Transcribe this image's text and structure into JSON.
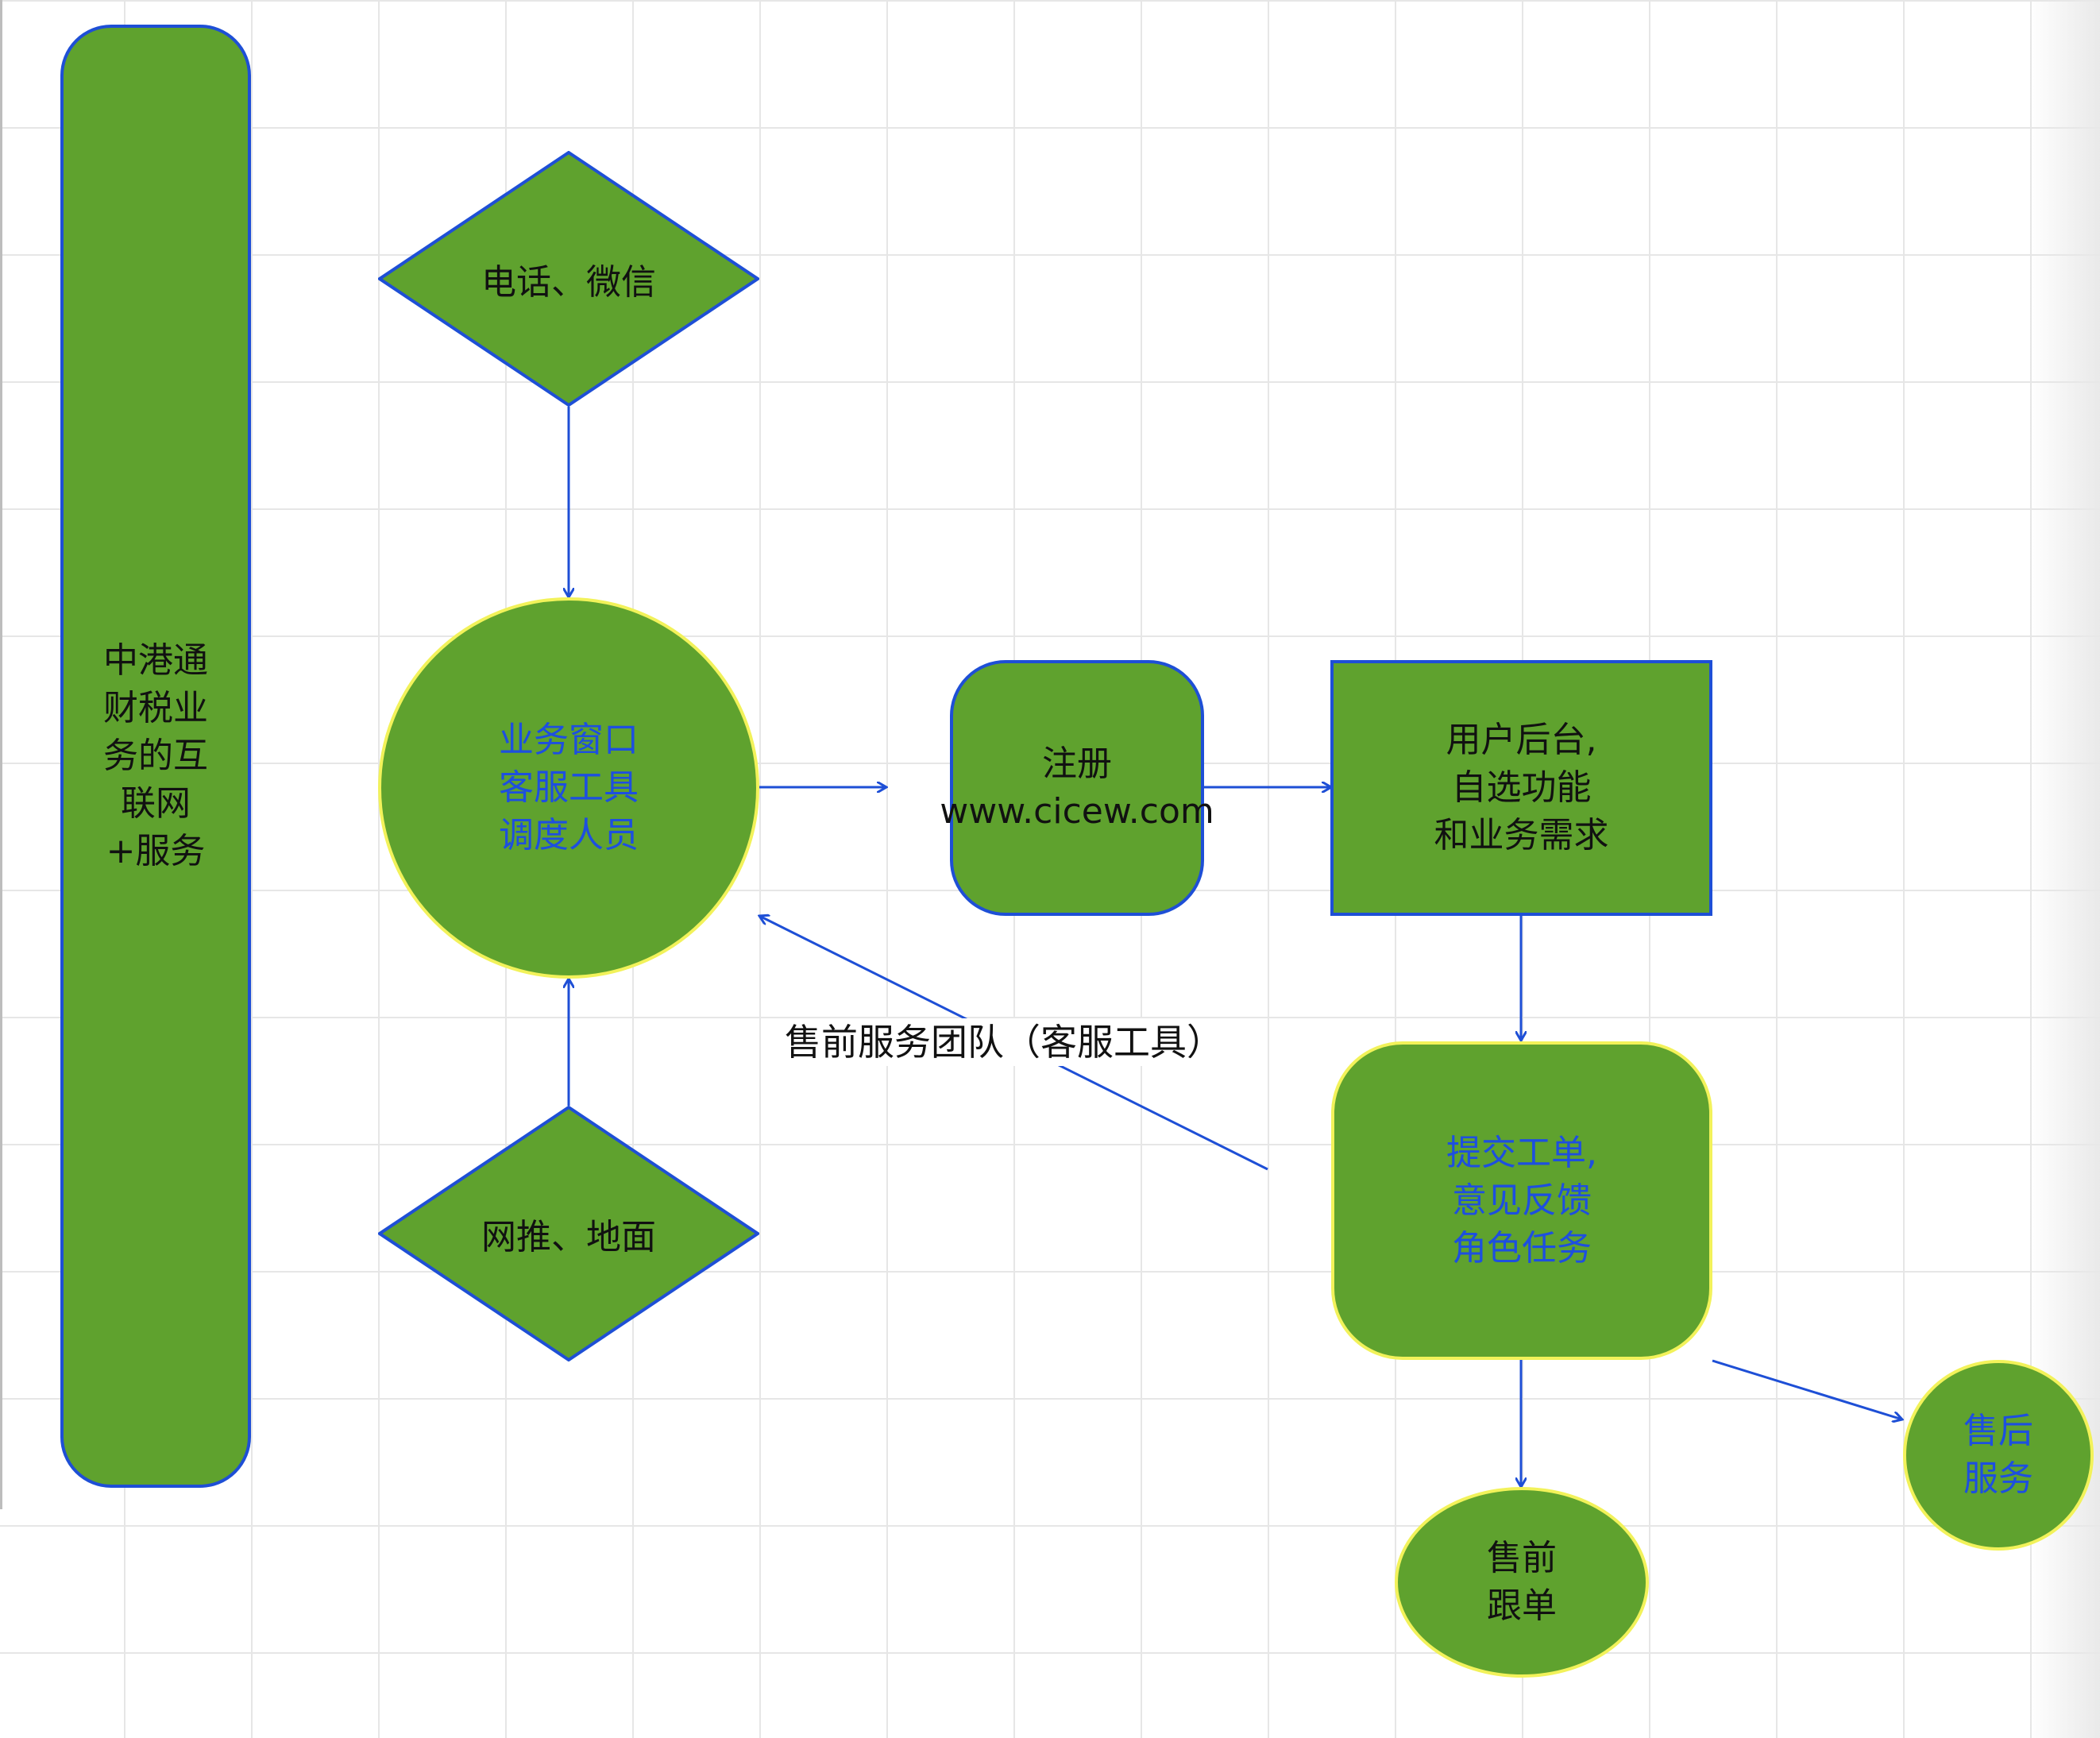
{
  "colors": {
    "fill": "#5fa22e",
    "blue_stroke": "#1e4fd6",
    "yellow_stroke": "#f2f25a",
    "blue_text": "#1d4fe0",
    "dark_text": "#111111"
  },
  "nodes": {
    "left_bar": {
      "text": "中港通\n财税业\n务的互\n联网\n+服务"
    },
    "phone_wechat": {
      "text": "电话、微信"
    },
    "business_window": {
      "text": "业务窗口\n客服工具\n调度人员"
    },
    "ground_push": {
      "text": "网推、地面"
    },
    "register": {
      "text": "注册\nwww.cicew.com"
    },
    "user_backend": {
      "text": "用户后台,\n自选功能\n和业务需求"
    },
    "submit_ticket": {
      "text": "提交工单,\n意见反馈\n角色任务"
    },
    "after_sales": {
      "text": "售后\n服务"
    },
    "presales_followup": {
      "text": "售前\n跟单"
    }
  },
  "edge_labels": {
    "presales_team": "售前服务团队（客服工具）"
  }
}
